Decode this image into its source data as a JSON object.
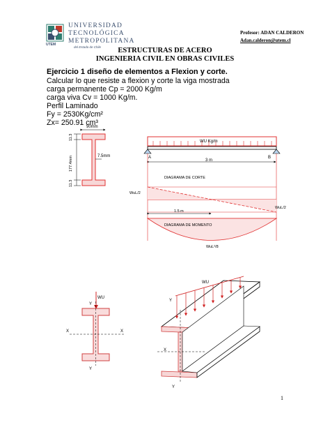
{
  "header": {
    "logo_lines": [
      "UNIVERSIDAD",
      "TECNOLÓGICA",
      "METROPOLITANA"
    ],
    "logo_tagline": "del Estado de Chile",
    "logo_abbrev": "UTEM",
    "professor": "Profesor: ADAN CALDERON",
    "email": "Adan.calderon@utem.cl"
  },
  "titles": {
    "line1": "ESTRUCTURAS DE ACERO",
    "line2": "INGENIERIA CIVIL EN OBRAS CIVILES"
  },
  "exercise": {
    "heading": "Ejercicio 1 diseño de elementos a Flexion y corte.",
    "lines": [
      "Calcular lo que resiste a flexion y corte la viga mostrada",
      "carga permanente Cp = 2000 Kg/m",
      "carga viva Cv = 1000 Kg/m.",
      "Perfil Laminado",
      "Fy = 2530Kg/cm²",
      "Zx= 250.91 cm³"
    ]
  },
  "section": {
    "width_label": "90mm",
    "flange_label": "11.3",
    "height_label": "177.4mm",
    "web_label": "7.5mm"
  },
  "beam": {
    "load_label": "WU Kg/m",
    "support_a": "A",
    "support_b": "B",
    "span_label": "3 m",
    "shear_title": "DIAGRAMA DE CORTE",
    "shear_left": "WuL/2",
    "shear_right": "WuL/2",
    "half_label": "1.5 m",
    "moment_title": "DIAGRAMA DE MOMENTO",
    "moment_max": "WuL²/8"
  },
  "cross_section": {
    "load": "WU",
    "axis_x_left": "X",
    "axis_x_right": "X",
    "axis_y_top": "Y",
    "axis_y_bottom": "Y"
  },
  "iso_view": {
    "load": "WU",
    "axis_x": "X",
    "axis_y_top": "Y",
    "axis_y_bottom": "Y"
  },
  "page_number": "1"
}
